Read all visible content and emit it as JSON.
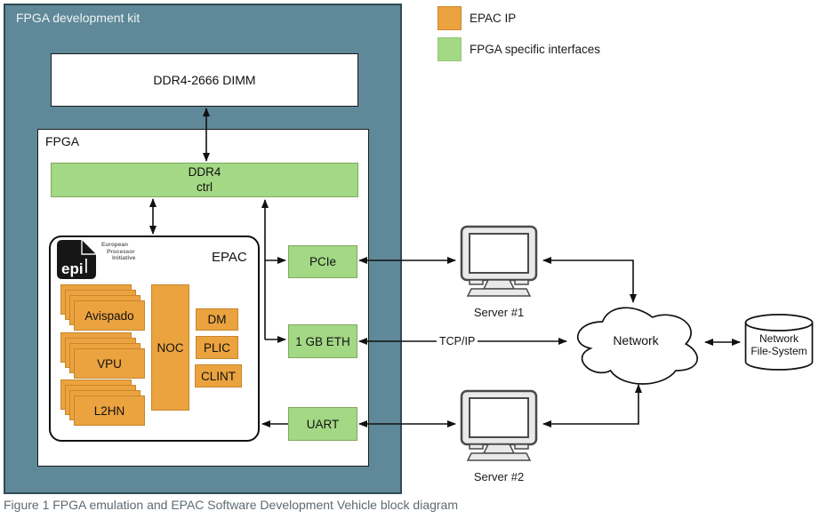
{
  "kit": {
    "label": "FPGA development kit"
  },
  "fpga": {
    "label": "FPGA"
  },
  "nodes": {
    "dimm": "DDR4-2666 DIMM",
    "ddr4_ctrl": {
      "line1": "DDR4",
      "line2": "ctrl"
    },
    "epac": "EPAC",
    "noc": "NOC",
    "dm": "DM",
    "plic": "PLIC",
    "clint": "CLINT",
    "pcie": "PCIe",
    "eth": "1 GB ETH",
    "uart": "UART"
  },
  "cores": [
    "Avispado",
    "VPU",
    "L2HN"
  ],
  "epi_logo": {
    "text": "epi",
    "lines": [
      "European",
      "Processor",
      "Initiative"
    ]
  },
  "legend": [
    {
      "label": "EPAC IP",
      "color": "#EBA33F"
    },
    {
      "label": "FPGA specific interfaces",
      "color": "#A3D884"
    }
  ],
  "external": {
    "server1": "Server #1",
    "server2": "Server #2",
    "network": "Network",
    "nfs": {
      "line1": "Network",
      "line2": "File-System"
    },
    "tcpip": "TCP/IP"
  },
  "caption": "Figure 1 FPGA emulation and EPAC Software Development Vehicle block diagram",
  "colors": {
    "kit_teal": "#5F8999",
    "kit_border": "#2E4B55",
    "epac_orange": "#EBA33F",
    "orange_border": "#C8862B",
    "interface_green": "#A3D884",
    "green_border": "#7FA95D",
    "wire_black": "#111111",
    "caption_gray": "#5E6A72"
  }
}
